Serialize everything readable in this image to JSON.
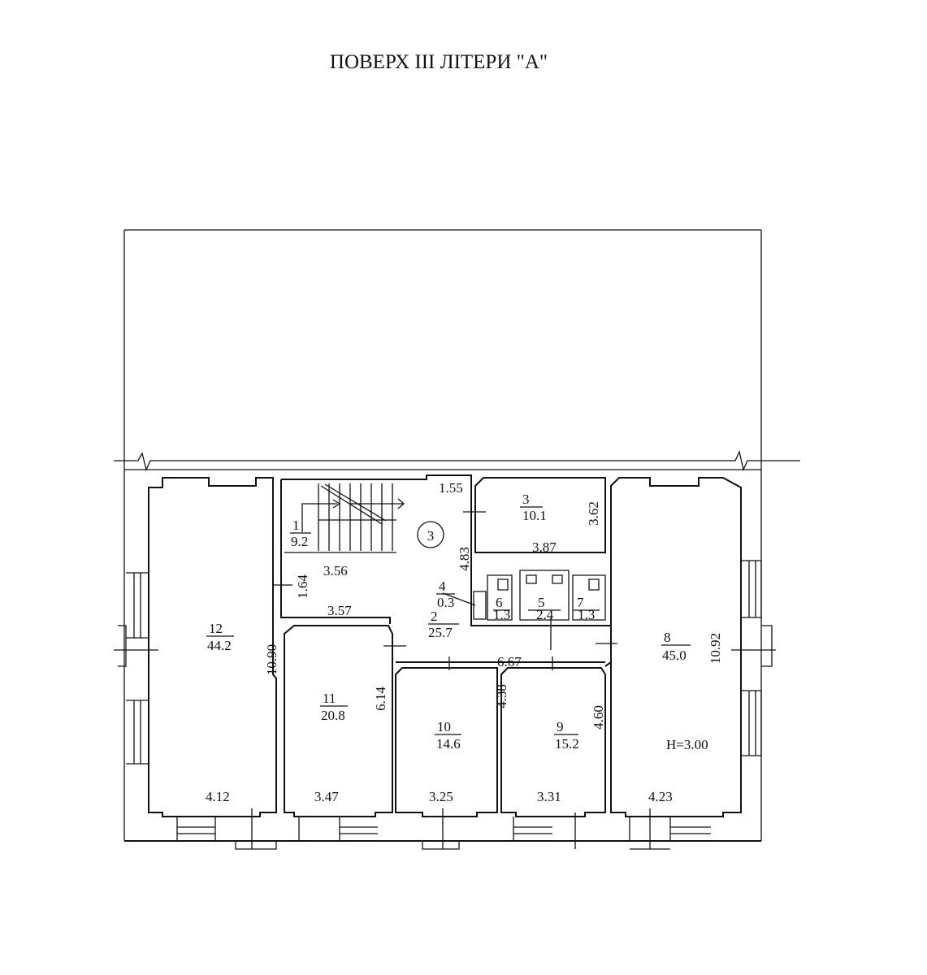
{
  "title": "ПОВЕРХ III ЛІТЕРИ \"А\"",
  "section_marker": "3",
  "height_note": "H=3.00",
  "rooms": [
    {
      "no": "1",
      "area": "9.2"
    },
    {
      "no": "2",
      "area": "25.7"
    },
    {
      "no": "3",
      "area": "10.1"
    },
    {
      "no": "4",
      "area": "0.3"
    },
    {
      "no": "5",
      "area": "2.4"
    },
    {
      "no": "6",
      "area": "1.3"
    },
    {
      "no": "7",
      "area": "1.3"
    },
    {
      "no": "8",
      "area": "45.0"
    },
    {
      "no": "9",
      "area": "15.2"
    },
    {
      "no": "10",
      "area": "14.6"
    },
    {
      "no": "11",
      "area": "20.8"
    },
    {
      "no": "12",
      "area": "44.2"
    }
  ],
  "dimensions": {
    "d155": "1.55",
    "d362": "3.62",
    "d387": "3.87",
    "d483": "4.83",
    "d356": "3.56",
    "d164": "1.64",
    "d357": "3.57",
    "d667": "6.67",
    "d1090": "10.90",
    "d614": "6.14",
    "d438": "4.38",
    "d460": "4.60",
    "d1092": "10.92",
    "d412": "4.12",
    "d347": "3.47",
    "d325": "3.25",
    "d331": "3.31",
    "d423": "4.23"
  }
}
